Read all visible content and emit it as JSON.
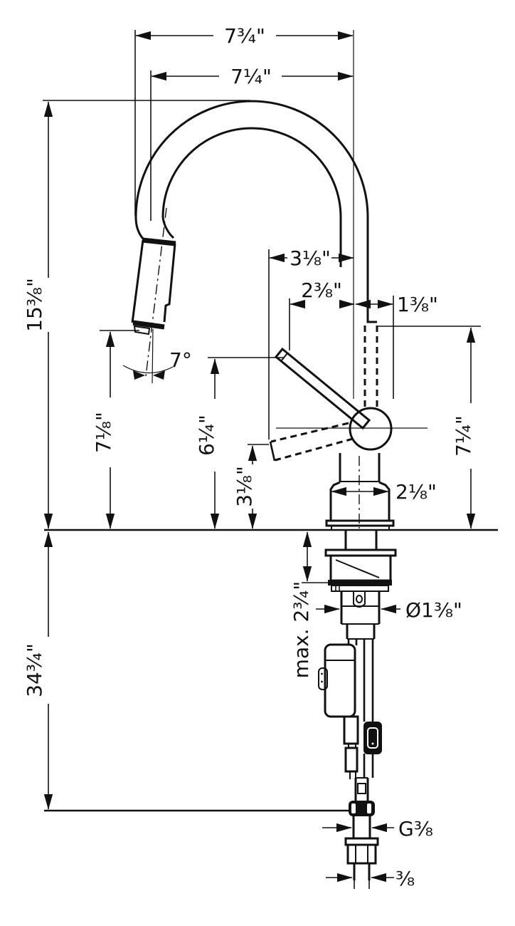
{
  "drawing": {
    "type": "technical-dimension-drawing",
    "subject": "pull-down kitchen faucet",
    "dimensions": {
      "top_reach_overall": "7¾\"",
      "top_reach_inner": "7¼\"",
      "height_above_counter": "15⅜\"",
      "spray_outlet_height": "7⅛\"",
      "handle_tip_height": "6¼\"",
      "handle_open_height": "3⅛\"",
      "handle_horizontal_offset": "3⅛\"",
      "handle_reach": "2⅜\"",
      "spout_to_body_offset": "1⅜\"",
      "body_top_height": "7¼\"",
      "base_width": "2⅛\"",
      "counter_thickness_max": "max. 2¾\"",
      "shank_diameter": "Ø1⅜\"",
      "height_below_counter": "34¾\"",
      "spray_angle": "7°",
      "supply_thread": "G⅜",
      "supply_tube_size": "⅜"
    }
  }
}
